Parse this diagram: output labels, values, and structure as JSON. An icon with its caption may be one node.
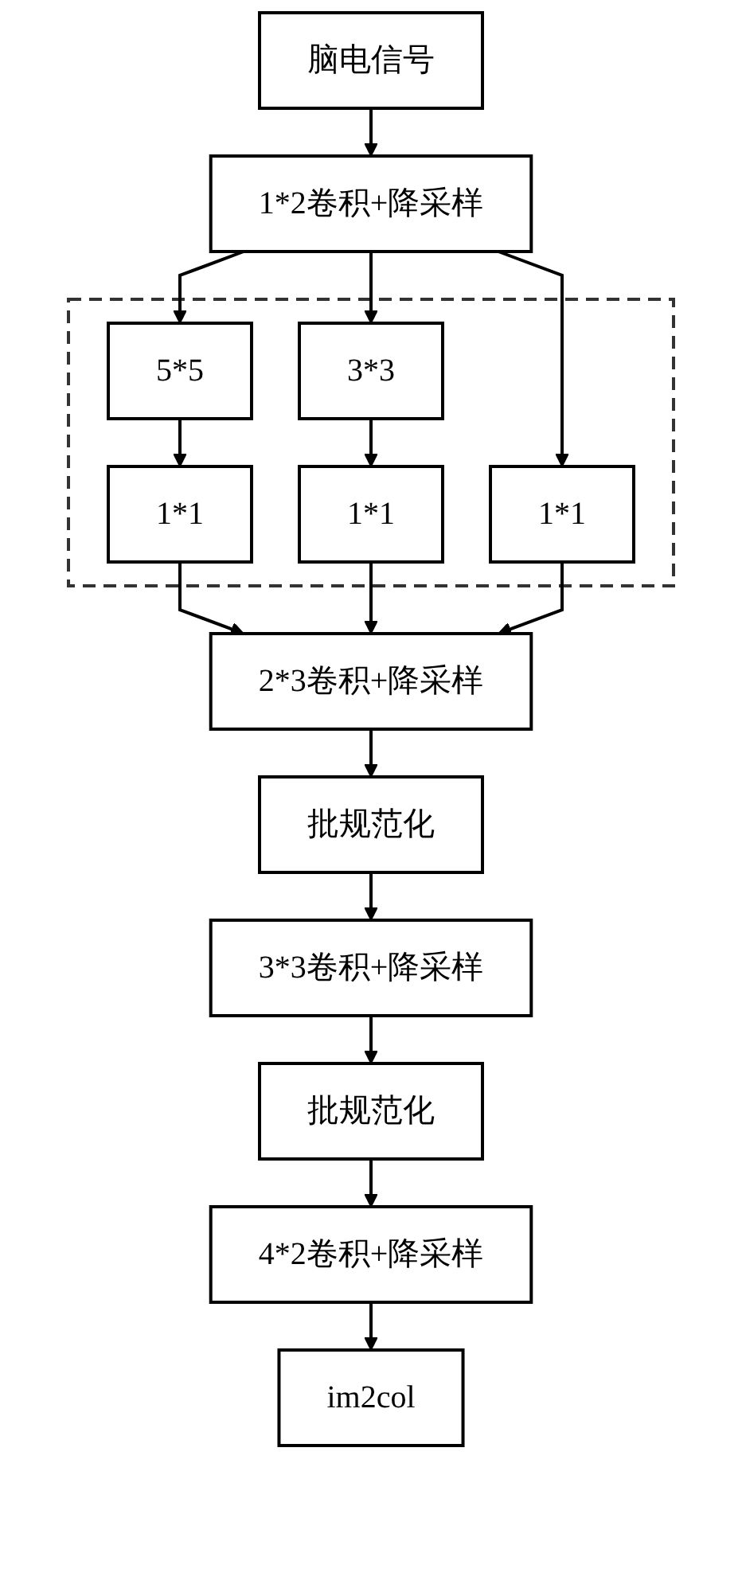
{
  "diagram": {
    "nodes": [
      {
        "text": [
          "脑电信号"
        ]
      },
      {
        "text": [
          "1*2卷积+降采样"
        ]
      },
      {
        "text": [],
        "shape": "box"
      },
      {
        "text": [
          "5*5"
        ],
        "in": 2
      },
      {
        "text": [
          "3*3"
        ],
        "in": 2
      },
      {
        "text": [
          "1*1"
        ],
        "in": 2
      },
      {
        "text": [
          "1*1"
        ],
        "in": 2
      },
      {
        "text": [
          "1*1"
        ],
        "in": 2
      },
      {
        "text": [
          "2*3卷积+降采样"
        ]
      },
      {
        "text": [
          "批规范化"
        ]
      },
      {
        "text": [
          "3*3卷积+降采样"
        ]
      },
      {
        "text": [
          "批规范化"
        ]
      },
      {
        "text": [
          "4*2卷积+降采样"
        ]
      },
      {
        "text": [
          "im2col"
        ]
      }
    ],
    "edges": [
      {
        "from": 0,
        "to": 1,
        "arrow": "to"
      },
      {
        "from": 1,
        "to": 3,
        "arrow": "to"
      },
      {
        "from": 1,
        "to": 4,
        "arrow": "to"
      },
      {
        "from": 1,
        "to": 7,
        "arrow": "to"
      },
      {
        "from": 3,
        "to": 5,
        "arrow": "to"
      },
      {
        "from": 4,
        "to": 6,
        "arrow": "to"
      },
      {
        "from": 5,
        "to": 8,
        "arrow": "to"
      },
      {
        "from": 6,
        "to": 8,
        "arrow": "to"
      },
      {
        "from": 7,
        "to": 8,
        "arrow": "to"
      },
      {
        "from": 8,
        "to": 9,
        "arrow": "to"
      },
      {
        "from": 9,
        "to": 10,
        "arrow": "to"
      },
      {
        "from": 10,
        "to": 11,
        "arrow": "to"
      },
      {
        "from": 11,
        "to": 12,
        "arrow": "to"
      },
      {
        "from": 12,
        "to": 13,
        "arrow": "to"
      }
    ]
  }
}
